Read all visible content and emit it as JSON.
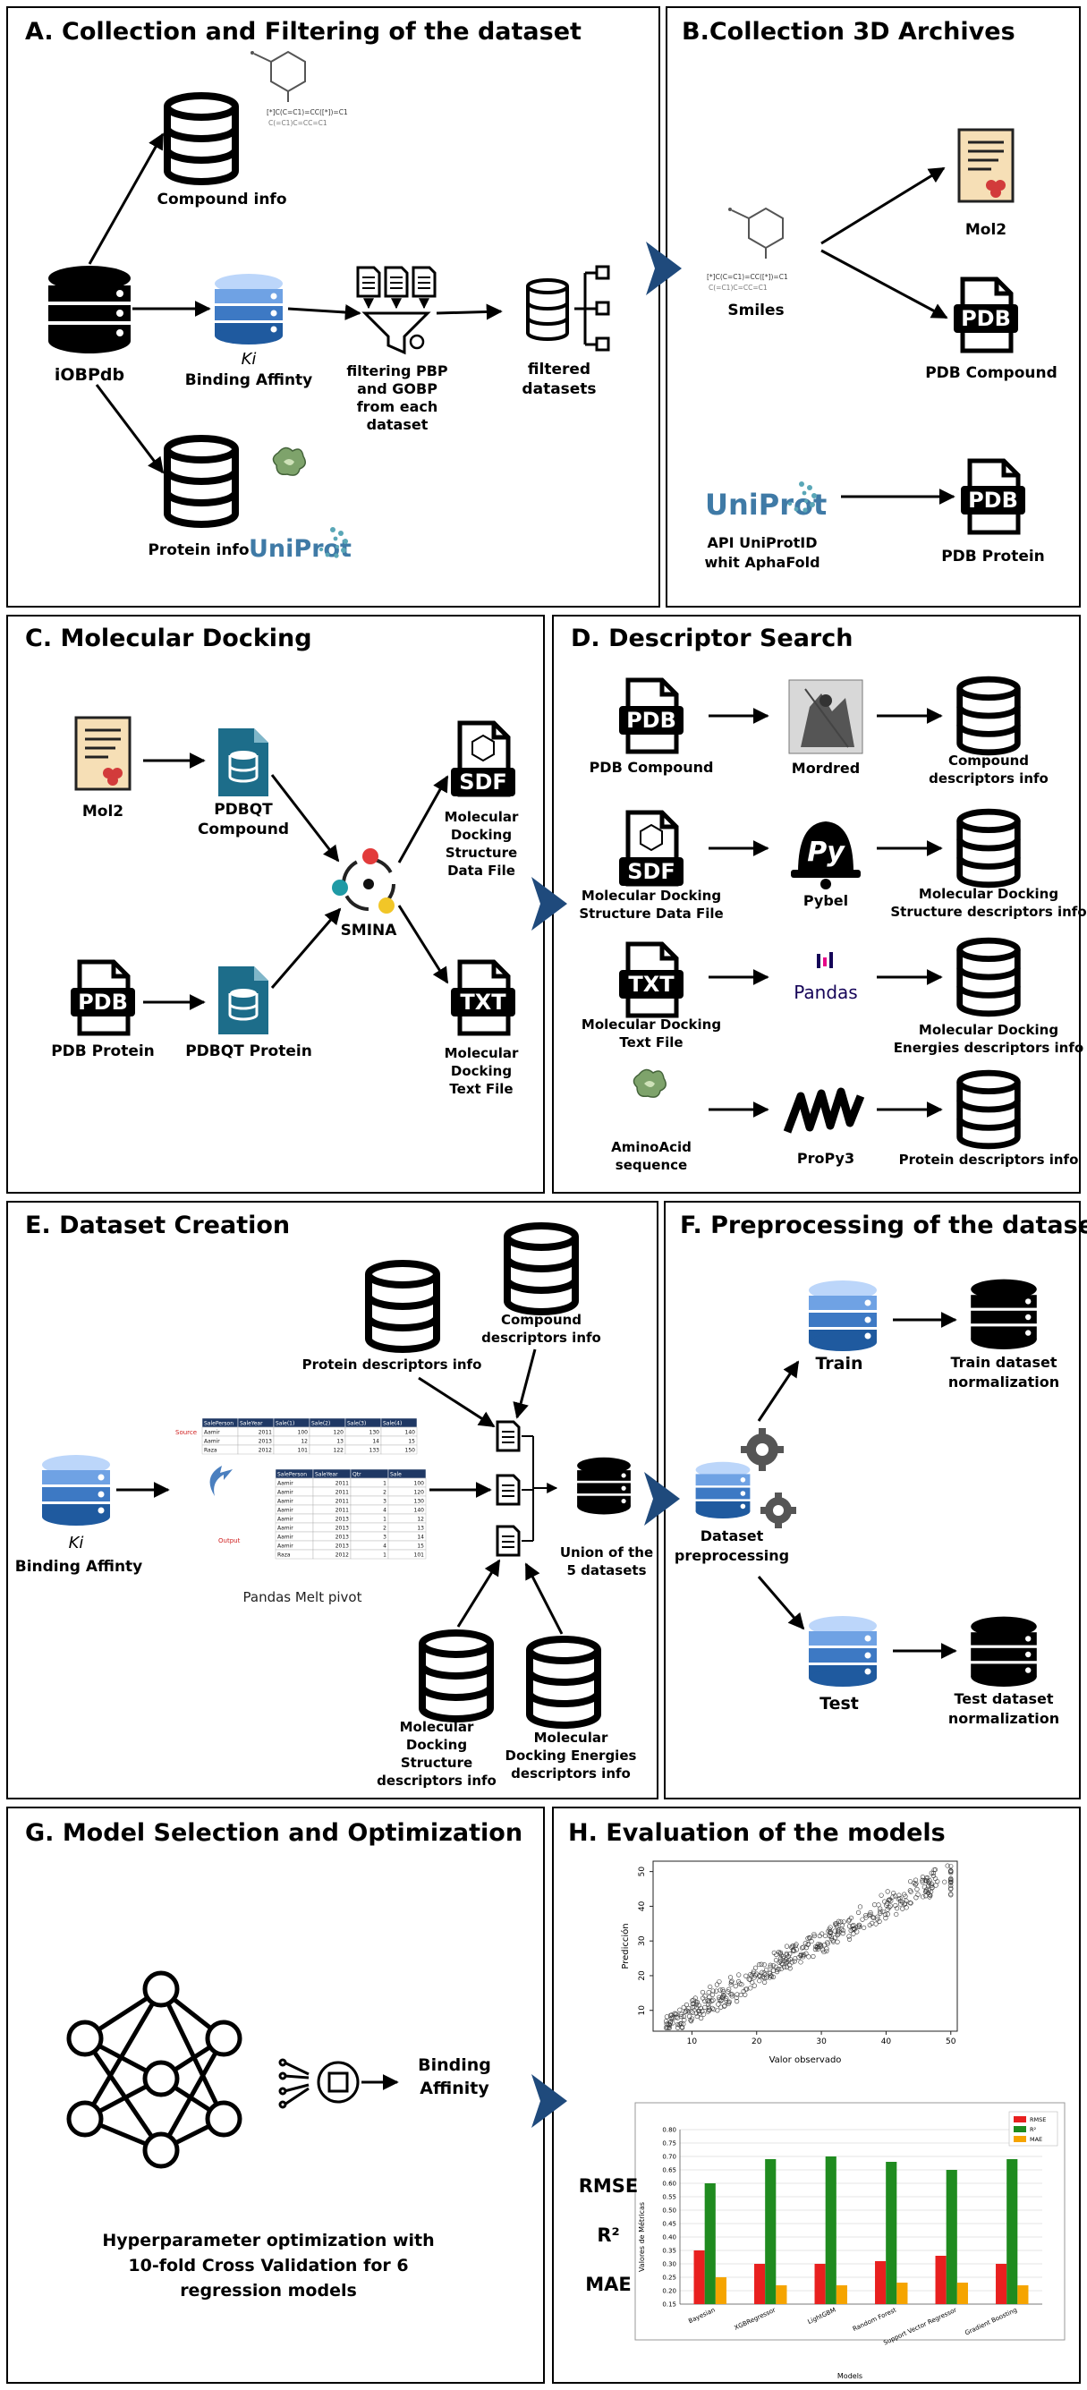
{
  "panels": {
    "a": {
      "title": "A. Collection and Filtering of the dataset",
      "iobpdb": "iOBPdb",
      "compound_info": "Compound info",
      "ki": "Ki",
      "binding_affinity": "Binding Affinty",
      "filter_l1": "filtering PBP",
      "filter_l2": "and GOBP",
      "filter_l3": "from each",
      "filter_l4": "dataset",
      "filtered_l1": "filtered",
      "filtered_l2": "datasets",
      "protein_info": "Protein info",
      "uniprot": "UniProt",
      "smiles_l1": "[*]C(C=C1)=CC([*])=C1",
      "smiles_l2": "C(=C1)C=CC=C1"
    },
    "b": {
      "title": "B.Collection 3D Archives",
      "smiles": "Smiles",
      "mol2": "Mol2",
      "pdb_compound": "PDB Compound",
      "uniprot": "UniProt",
      "api_l1": "API UniProtID",
      "api_l2": "whit AphaFold",
      "pdb_protein": "PDB Protein"
    },
    "c": {
      "title": "C. Molecular Docking",
      "mol2": "Mol2",
      "pdbqt_compound_l1": "PDBQT",
      "pdbqt_compound_l2": "Compound",
      "smina": "SMINA",
      "sdf_l1": "Molecular",
      "sdf_l2": "Docking",
      "sdf_l3": "Structure",
      "sdf_l4": "Data File",
      "pdb_protein": "PDB Protein",
      "pdbqt_protein": "PDBQT Protein",
      "txt_l1": "Molecular",
      "txt_l2": "Docking",
      "txt_l3": "Text File"
    },
    "d": {
      "title": "D. Descriptor Search",
      "row1_in": "PDB Compound",
      "row1_tool": "Mordred",
      "row1_out_l1": "Compound",
      "row1_out_l2": "descriptors info",
      "row2_in_l1": "Molecular Docking",
      "row2_in_l2": "Structure Data File",
      "row2_tool": "Pybel",
      "row2_out_l1": "Molecular Docking",
      "row2_out_l2": "Structure descriptors info",
      "row3_in_l1": "Molecular Docking",
      "row3_in_l2": "Text File",
      "row3_tool": "Pandas",
      "row3_out_l1": "Molecular Docking",
      "row3_out_l2": "Energies descriptors info",
      "row4_in_l1": "AminoAcid",
      "row4_in_l2": "sequence",
      "row4_tool": "ProPy3",
      "row4_out": "Protein descriptors info"
    },
    "e": {
      "title": "E. Dataset Creation",
      "ki": "Ki",
      "binding_affinity": "Binding Affinty",
      "protein_desc": "Protein descriptors info",
      "compound_desc_l1": "Compound",
      "compound_desc_l2": "descriptors info",
      "pandas_melt": "Pandas Melt pivot",
      "union_l1": "Union of the",
      "union_l2": "5 datasets",
      "mds_l1": "Molecular",
      "mds_l2": "Docking",
      "mds_l3": "Structure",
      "mds_l4": "descriptors info",
      "mde_l1": "Molecular",
      "mde_l2": "Docking Energies",
      "mde_l3": "descriptors info",
      "source": "Source",
      "output": "Output"
    },
    "f": {
      "title": "F. Preprocessing of the dataset",
      "train": "Train",
      "train_norm_l1": "Train dataset",
      "train_norm_l2": "normalization",
      "prep_l1": "Dataset",
      "prep_l2": "preprocessing",
      "test": "Test",
      "test_norm_l1": "Test dataset",
      "test_norm_l2": "normalization"
    },
    "g": {
      "title": "G. Model Selection and Optimization",
      "binding_l1": "Binding",
      "binding_l2": "Affinity",
      "hyper_l1": "Hyperparameter optimization with",
      "hyper_l2": "10-fold Cross Validation for 6",
      "hyper_l3": "regression models"
    },
    "h": {
      "title": "H. Evaluation of the models",
      "rmse": "RMSE",
      "r2": "R²",
      "mae": "MAE"
    }
  },
  "melt_table": {
    "source_headers": [
      "SalePerson",
      "SaleYear",
      "Sale(1)",
      "Sale(2)",
      "Sale(3)",
      "Sale(4)"
    ],
    "source_rows": [
      [
        "Aamir",
        "2011",
        "100",
        "120",
        "130",
        "140"
      ],
      [
        "Aamir",
        "2013",
        "12",
        "13",
        "14",
        "15"
      ],
      [
        "Raza",
        "2012",
        "101",
        "122",
        "133",
        "150"
      ]
    ],
    "output_headers": [
      "SalePerson",
      "SaleYear",
      "Qtr",
      "Sale"
    ],
    "output_rows": [
      [
        "Aamir",
        "2011",
        "1",
        "100"
      ],
      [
        "Aamir",
        "2011",
        "2",
        "120"
      ],
      [
        "Aamir",
        "2011",
        "3",
        "130"
      ],
      [
        "Aamir",
        "2011",
        "4",
        "140"
      ],
      [
        "Aamir",
        "2013",
        "1",
        "12"
      ],
      [
        "Aamir",
        "2013",
        "2",
        "13"
      ],
      [
        "Aamir",
        "2013",
        "3",
        "14"
      ],
      [
        "Aamir",
        "2013",
        "4",
        "15"
      ],
      [
        "Raza",
        "2012",
        "1",
        "101"
      ]
    ]
  },
  "chart_data": [
    {
      "type": "scatter",
      "xlabel": "Valor observado",
      "ylabel": "Predicción",
      "xlim": [
        4,
        51
      ],
      "ylim": [
        4,
        53
      ],
      "xticks": [
        10,
        20,
        30,
        40,
        50
      ],
      "yticks": [
        10,
        20,
        30,
        40,
        50
      ],
      "trend": "points cluster along the y = x diagonal"
    },
    {
      "type": "bar",
      "xlabel": "Models",
      "ylabel": "Valores de Métricas",
      "categories": [
        "Bayesian",
        "XGBRegressor",
        "LightGBM",
        "Random Forest",
        "Support Vector Regressor",
        "Gradient Boosting"
      ],
      "series": [
        {
          "name": "RMSE",
          "color": "#e8201f",
          "values": [
            0.35,
            0.3,
            0.3,
            0.31,
            0.33,
            0.3
          ]
        },
        {
          "name": "R²",
          "color": "#1f8b1f",
          "values": [
            0.6,
            0.69,
            0.7,
            0.68,
            0.65,
            0.69
          ]
        },
        {
          "name": "MAE",
          "color": "#f5a400",
          "values": [
            0.25,
            0.22,
            0.22,
            0.23,
            0.23,
            0.22
          ]
        }
      ],
      "ylim": [
        0.15,
        0.8
      ],
      "yticks": [
        0.15,
        0.2,
        0.25,
        0.3,
        0.35,
        0.4,
        0.45,
        0.5,
        0.55,
        0.6,
        0.65,
        0.7,
        0.75,
        0.8
      ],
      "legend": "top-right",
      "grid": true
    }
  ]
}
